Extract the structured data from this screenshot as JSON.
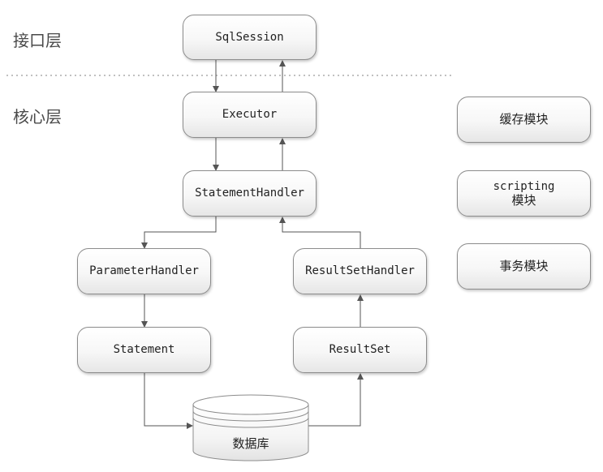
{
  "layers": {
    "interface": "接口层",
    "core": "核心层"
  },
  "nodes": {
    "sqlsession": "SqlSession",
    "executor": "Executor",
    "statement_handler": "StatementHandler",
    "parameter_handler": "ParameterHandler",
    "resultset_handler": "ResultSetHandler",
    "statement": "Statement",
    "resultset": "ResultSet",
    "database": "数据库"
  },
  "modules": {
    "cache": "缓存模块",
    "scripting_line1": "scripting",
    "scripting_line2": "模块",
    "transaction": "事务模块"
  },
  "colors": {
    "line": "#555555",
    "border": "#8c8c8c",
    "separator": "#9a9a9a"
  }
}
